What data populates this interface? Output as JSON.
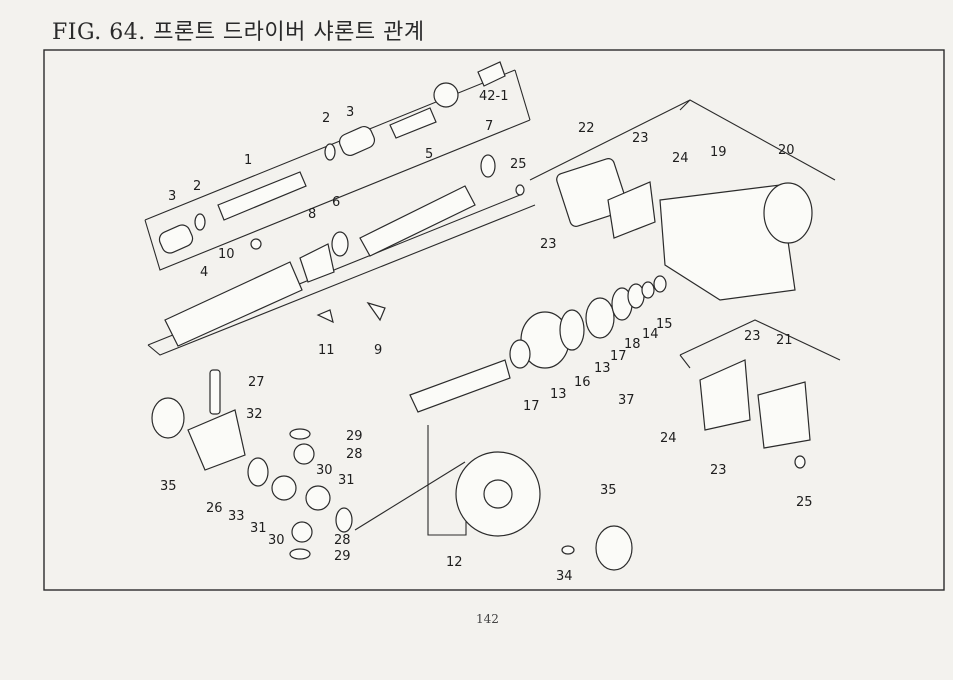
{
  "title": "FIG. 64. 프론트 드라이버 샤론트 관계",
  "page_number": "142",
  "labels": [
    {
      "id": "l-42-1",
      "text": "42-1"
    },
    {
      "id": "l-3a",
      "text": "3"
    },
    {
      "id": "l-2a",
      "text": "2"
    },
    {
      "id": "l-7",
      "text": "7"
    },
    {
      "id": "l-1",
      "text": "1"
    },
    {
      "id": "l-5",
      "text": "5"
    },
    {
      "id": "l-3b",
      "text": "3"
    },
    {
      "id": "l-2b",
      "text": "2"
    },
    {
      "id": "l-8",
      "text": "8"
    },
    {
      "id": "l-6",
      "text": "6"
    },
    {
      "id": "l-10",
      "text": "10"
    },
    {
      "id": "l-4",
      "text": "4"
    },
    {
      "id": "l-11",
      "text": "11"
    },
    {
      "id": "l-9",
      "text": "9"
    },
    {
      "id": "l-25a",
      "text": "25"
    },
    {
      "id": "l-22",
      "text": "22"
    },
    {
      "id": "l-23a",
      "text": "23"
    },
    {
      "id": "l-24a",
      "text": "24"
    },
    {
      "id": "l-19",
      "text": "19"
    },
    {
      "id": "l-20",
      "text": "20"
    },
    {
      "id": "l-23b",
      "text": "23"
    },
    {
      "id": "l-15",
      "text": "15"
    },
    {
      "id": "l-14",
      "text": "14"
    },
    {
      "id": "l-18",
      "text": "18"
    },
    {
      "id": "l-17a",
      "text": "17"
    },
    {
      "id": "l-13a",
      "text": "13"
    },
    {
      "id": "l-16",
      "text": "16"
    },
    {
      "id": "l-13b",
      "text": "13"
    },
    {
      "id": "l-17b",
      "text": "17"
    },
    {
      "id": "l-37",
      "text": "37"
    },
    {
      "id": "l-23c",
      "text": "23"
    },
    {
      "id": "l-21",
      "text": "21"
    },
    {
      "id": "l-24b",
      "text": "24"
    },
    {
      "id": "l-23d",
      "text": "23"
    },
    {
      "id": "l-25b",
      "text": "25"
    },
    {
      "id": "l-27",
      "text": "27"
    },
    {
      "id": "l-32",
      "text": "32"
    },
    {
      "id": "l-29a",
      "text": "29"
    },
    {
      "id": "l-28a",
      "text": "28"
    },
    {
      "id": "l-30a",
      "text": "30"
    },
    {
      "id": "l-31a",
      "text": "31"
    },
    {
      "id": "l-35a",
      "text": "35"
    },
    {
      "id": "l-26",
      "text": "26"
    },
    {
      "id": "l-33",
      "text": "33"
    },
    {
      "id": "l-31b",
      "text": "31"
    },
    {
      "id": "l-30b",
      "text": "30"
    },
    {
      "id": "l-28b",
      "text": "28"
    },
    {
      "id": "l-29b",
      "text": "29"
    },
    {
      "id": "l-12",
      "text": "12"
    },
    {
      "id": "l-35b",
      "text": "35"
    },
    {
      "id": "l-34",
      "text": "34"
    }
  ]
}
